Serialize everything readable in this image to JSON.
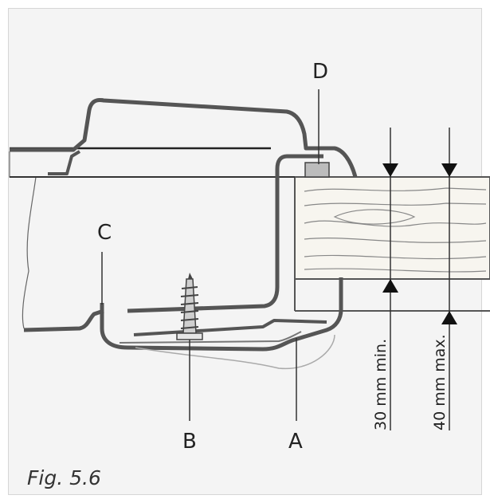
{
  "labels": {
    "a": "A",
    "b": "B",
    "c": "C",
    "d": "D"
  },
  "dimensions": {
    "min": "30 mm min.",
    "max": "40 mm max."
  },
  "caption": "Fig. 5.6"
}
